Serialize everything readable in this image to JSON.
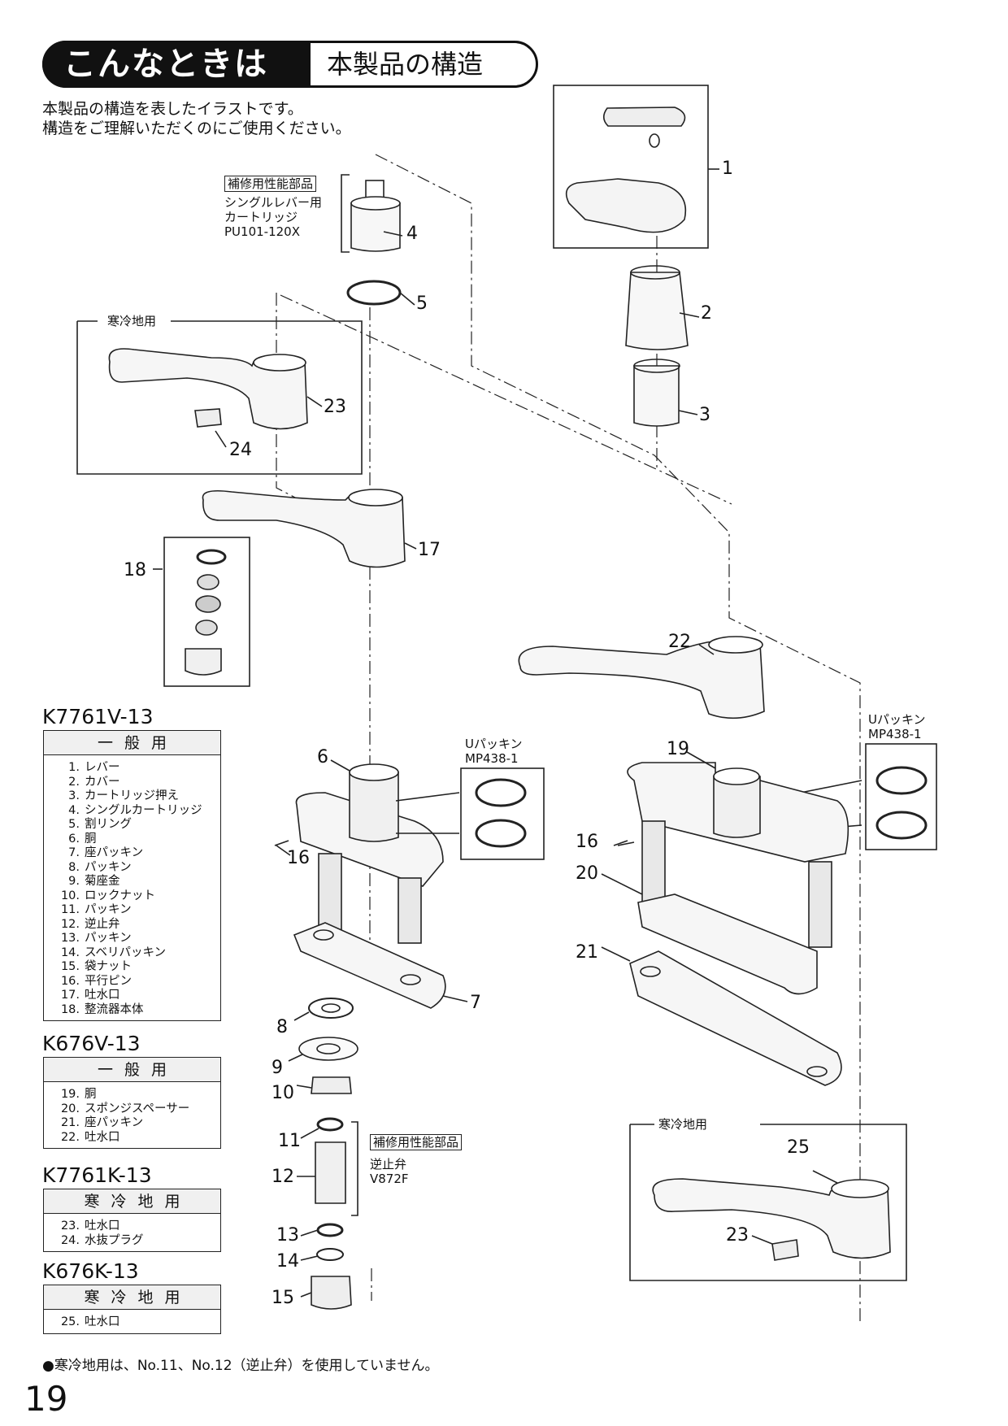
{
  "header": {
    "left": "こんなときは",
    "right": "本製品の構造"
  },
  "intro": [
    "本製品の構造を表したイラストです。",
    "構造をご理解いただくのにご使用ください。"
  ],
  "callouts": {
    "repair_label": "補修用性能部品",
    "cartridge_name1": "シングルレバー用",
    "cartridge_name2": "カートリッジ",
    "cartridge_code": "PU101-120X",
    "cold_label": "寒冷地用",
    "upacking1": "Uパッキン",
    "upacking2": "MP438-1",
    "check_label": "逆止弁",
    "check_code": "V872F"
  },
  "part_numbers": [
    "1",
    "2",
    "3",
    "4",
    "5",
    "6",
    "7",
    "8",
    "9",
    "10",
    "11",
    "12",
    "13",
    "14",
    "15",
    "16",
    "16",
    "17",
    "18",
    "19",
    "20",
    "21",
    "22",
    "23",
    "23",
    "24",
    "25"
  ],
  "tables": [
    {
      "model": "K7761V-13",
      "header": "一般用",
      "rows": [
        {
          "no": "1.",
          "name": "レバー"
        },
        {
          "no": "2.",
          "name": "カバー"
        },
        {
          "no": "3.",
          "name": "カートリッジ押え"
        },
        {
          "no": "4.",
          "name": "シングルカートリッジ"
        },
        {
          "no": "5.",
          "name": "割リング"
        },
        {
          "no": "6.",
          "name": "胴"
        },
        {
          "no": "7.",
          "name": "座パッキン"
        },
        {
          "no": "8.",
          "name": "パッキン"
        },
        {
          "no": "9.",
          "name": "菊座金"
        },
        {
          "no": "10.",
          "name": "ロックナット"
        },
        {
          "no": "11.",
          "name": "パッキン"
        },
        {
          "no": "12.",
          "name": "逆止弁"
        },
        {
          "no": "13.",
          "name": "パッキン"
        },
        {
          "no": "14.",
          "name": "スベリパッキン"
        },
        {
          "no": "15.",
          "name": "袋ナット"
        },
        {
          "no": "16.",
          "name": "平行ピン"
        },
        {
          "no": "17.",
          "name": "吐水口"
        },
        {
          "no": "18.",
          "name": "整流器本体"
        }
      ]
    },
    {
      "model": "K676V-13",
      "header": "一般用",
      "rows": [
        {
          "no": "19.",
          "name": "胴"
        },
        {
          "no": "20.",
          "name": "スポンジスペーサー"
        },
        {
          "no": "21.",
          "name": "座パッキン"
        },
        {
          "no": "22.",
          "name": "吐水口"
        }
      ]
    },
    {
      "model": "K7761K-13",
      "header": "寒冷地用",
      "rows": [
        {
          "no": "23.",
          "name": "吐水口"
        },
        {
          "no": "24.",
          "name": "水抜プラグ"
        }
      ]
    },
    {
      "model": "K676K-13",
      "header": "寒冷地用",
      "rows": [
        {
          "no": "25.",
          "name": "吐水口"
        }
      ]
    }
  ],
  "note": "●寒冷地用は、No.11、No.12（逆止弁）を使用していません。",
  "page_number": "19"
}
